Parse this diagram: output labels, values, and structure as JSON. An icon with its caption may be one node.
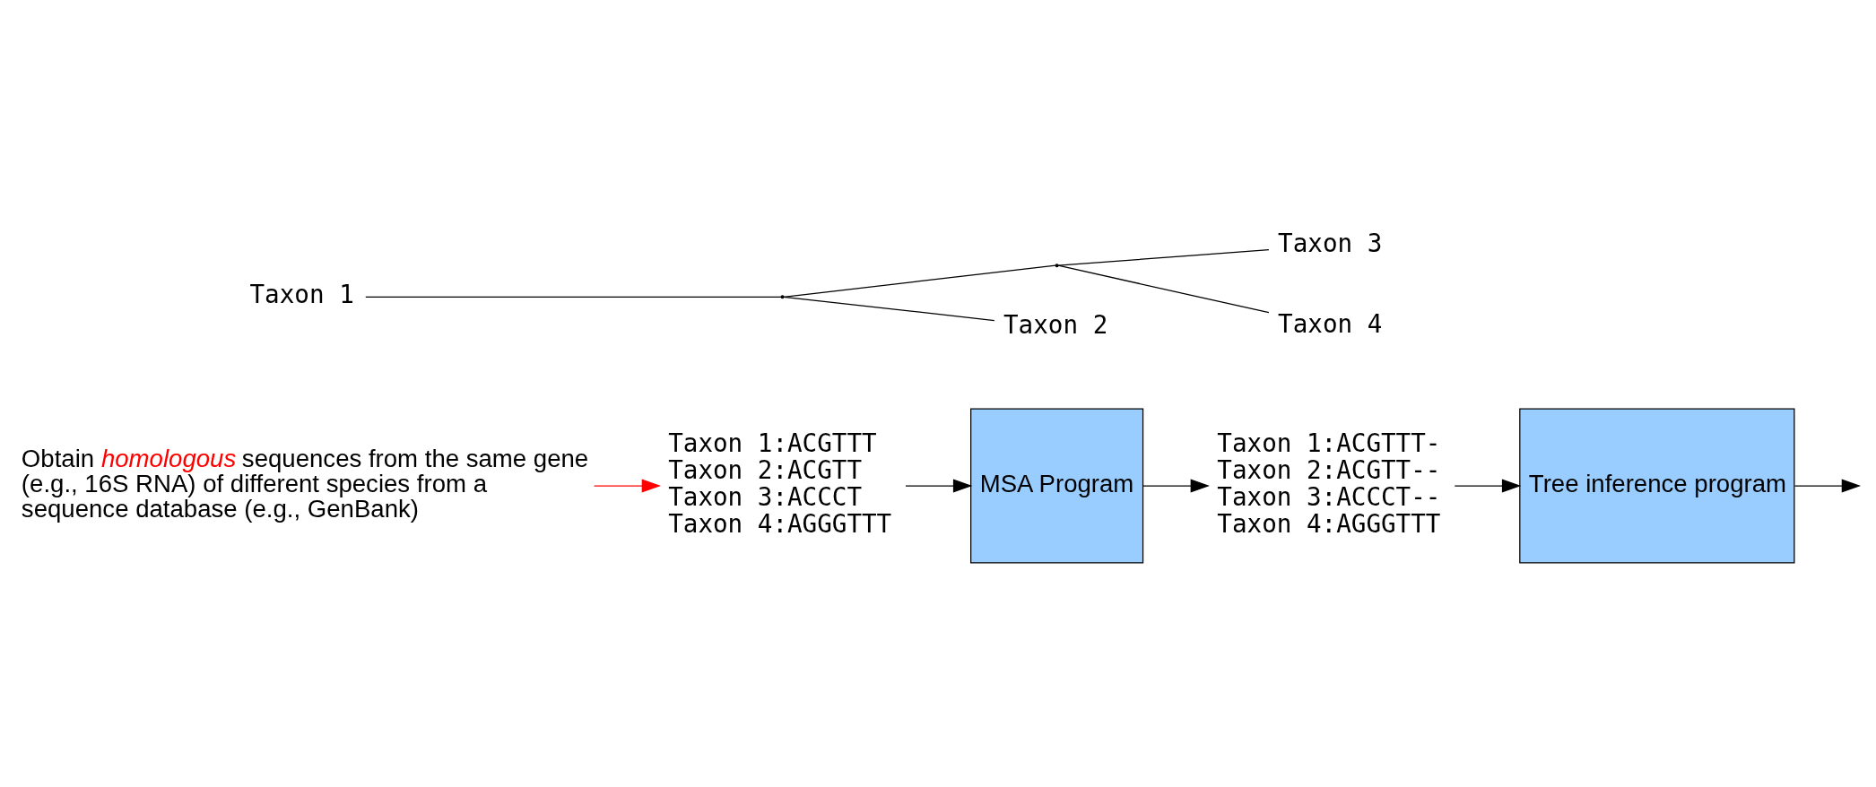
{
  "diagram": {
    "nodes": [
      {
        "text": [
          "Taxon 1:ACGTTT",
          "Taxon 2:ACGTT",
          "Taxon 3:ACCCT",
          "Taxon 4:AGGGTTT"
        ]
      },
      {
        "text": [
          "MSA Program"
        ]
      },
      {
        "text": [
          "Taxon 1:ACGTTT-",
          "Taxon 2:ACGTT--",
          "Taxon 3:ACCCT--",
          "Taxon 4:AGGGTTT"
        ]
      },
      {
        "text": [
          "Tree inference program"
        ]
      },
      {
        "text": [
          "Taxon 1"
        ]
      },
      {
        "text": [
          "Taxon 3"
        ]
      },
      {
        "text": [],
        "shape": "point"
      },
      {
        "text": [],
        "shape": "point"
      },
      {
        "text": [
          "Taxon 2"
        ]
      },
      {
        "text": [
          "Taxon 4"
        ]
      },
      {
        "text": [
          "Obtain *homologous* sequences from the same gene (e.g., 16S RNA) of different species from a sequence database (e.g., GenBank)"
        ]
      }
    ],
    "edges": [
      {
        "from": 0,
        "to": 1,
        "arrow": "to"
      },
      {
        "from": 1,
        "to": 2,
        "arrow": "to"
      },
      {
        "from": 2,
        "to": 3,
        "arrow": "to"
      },
      {
        "from": 3,
        "to": null,
        "arrow": "to"
      },
      {
        "from": 10,
        "to": 0,
        "arrow": "to",
        "color": "#ff0000"
      },
      {
        "from": 4,
        "to": 6,
        "arrow": "none"
      },
      {
        "from": 6,
        "to": 7,
        "arrow": "none"
      },
      {
        "from": 7,
        "to": 5,
        "arrow": "none"
      },
      {
        "from": 6,
        "to": 8,
        "arrow": "none"
      },
      {
        "from": 7,
        "to": 9,
        "arrow": "none"
      }
    ]
  }
}
